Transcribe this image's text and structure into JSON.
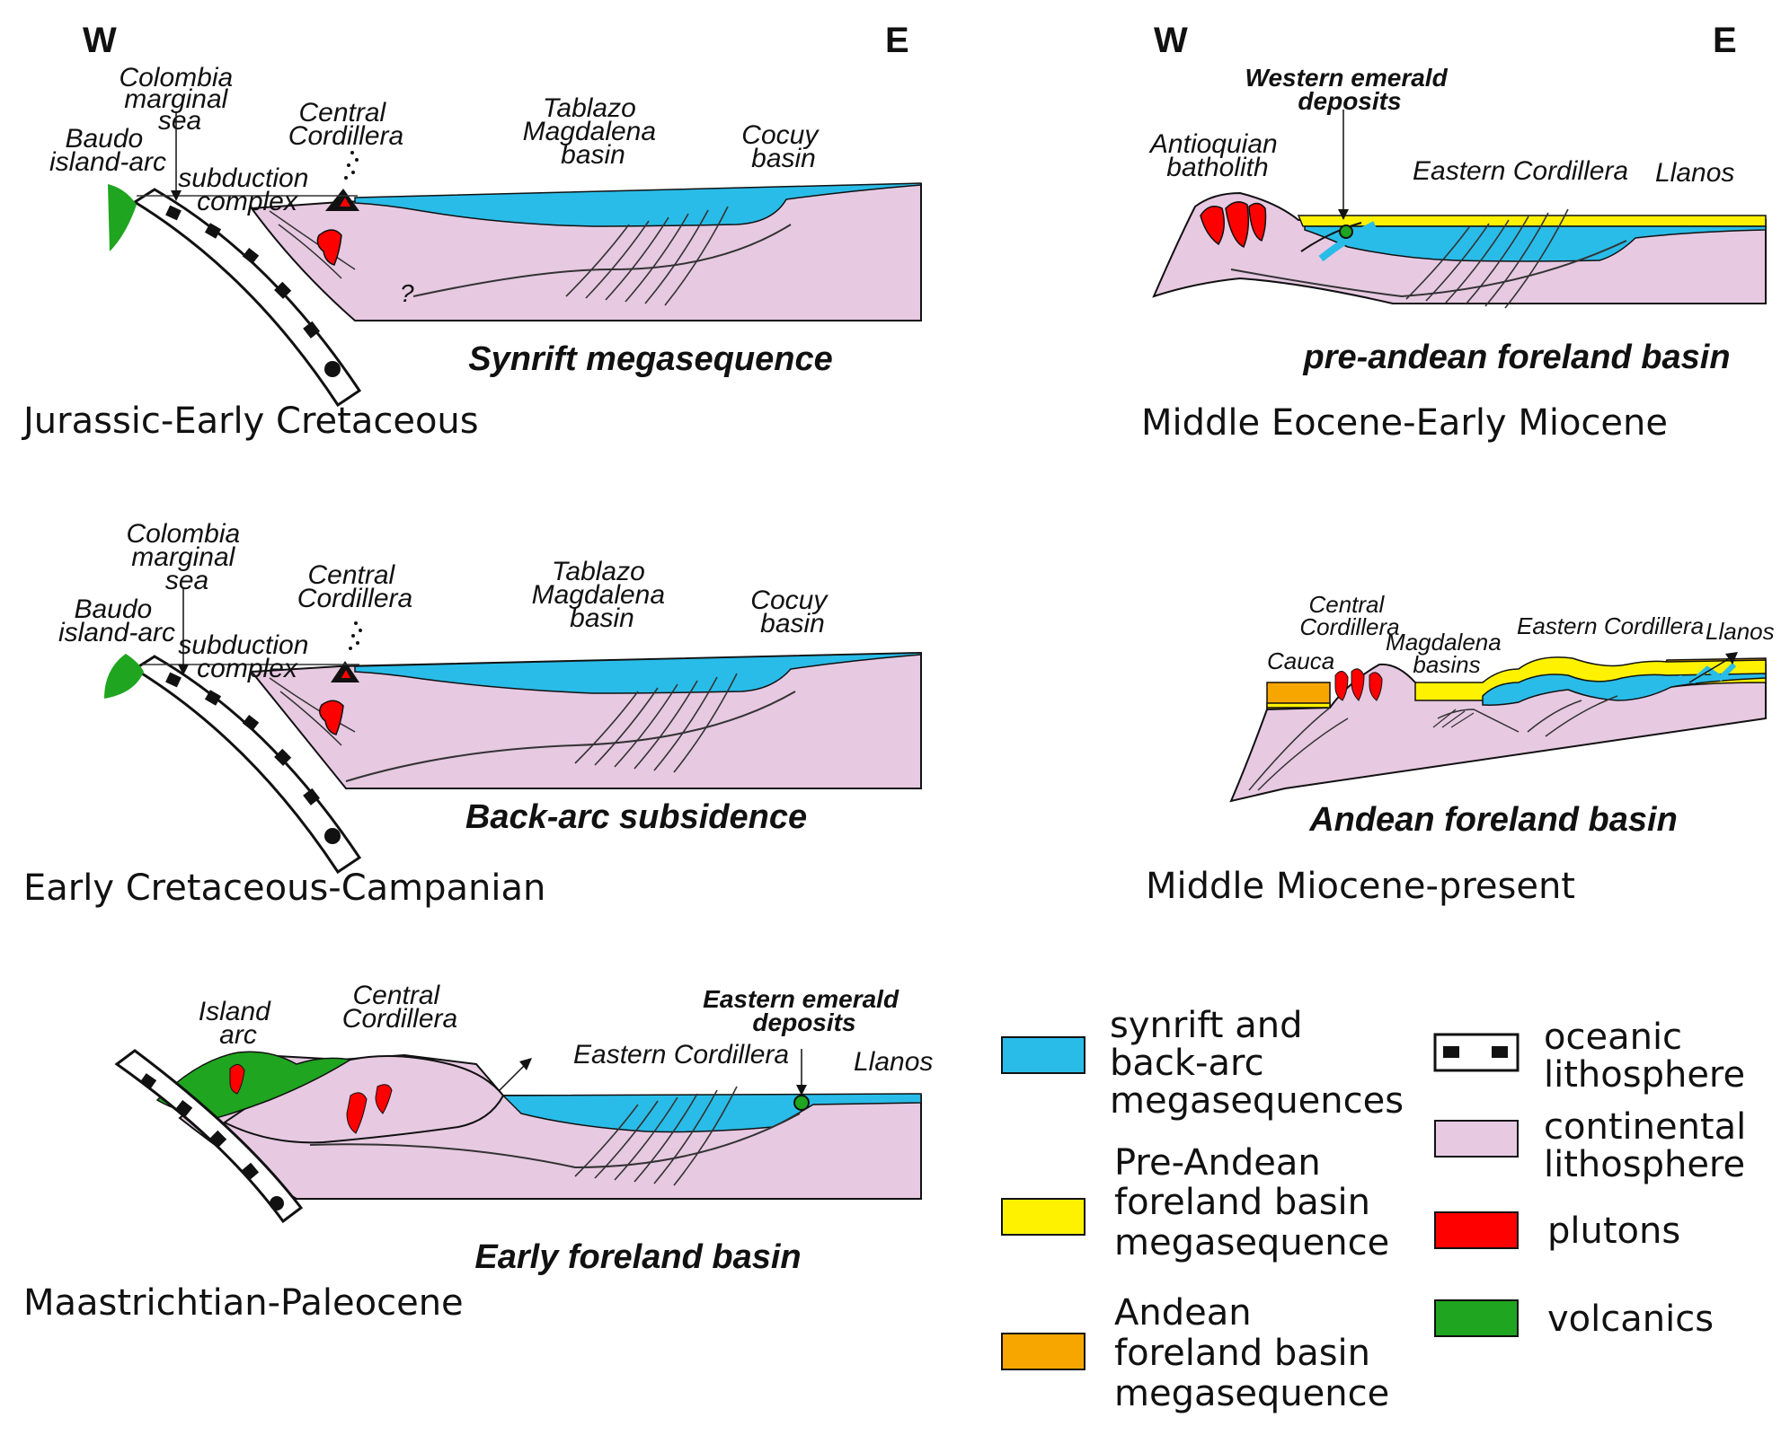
{
  "colors": {
    "synrift": "#29bce8",
    "pre_andean": "#fff200",
    "andean": "#f7a600",
    "oceanic": "#ffffff",
    "continental": "#e7c9e2",
    "plutons": "#ff0000",
    "volcanics": "#1fa51f"
  },
  "panel1": {
    "w": "W",
    "e": "E",
    "colombia": [
      "Colombia",
      "marginal",
      "sea"
    ],
    "baudo": [
      "Baudo",
      "island-arc"
    ],
    "subduction": [
      "subduction",
      "complex"
    ],
    "central": [
      "Central",
      "Cordillera"
    ],
    "tablazo": [
      "Tablazo",
      "Magdalena",
      "basin"
    ],
    "cocuy": [
      "Cocuy",
      "basin"
    ],
    "question": "?",
    "stage": "Synrift megasequence",
    "period": "Jurassic-Early Cretaceous"
  },
  "panel2": {
    "colombia": [
      "Colombia",
      "marginal",
      "sea"
    ],
    "baudo": [
      "Baudo",
      "island-arc"
    ],
    "subduction": [
      "subduction",
      "complex"
    ],
    "central": [
      "Central",
      "Cordillera"
    ],
    "tablazo": [
      "Tablazo",
      "Magdalena",
      "basin"
    ],
    "cocuy": [
      "Cocuy",
      "basin"
    ],
    "stage": "Back-arc subsidence",
    "period": "Early Cretaceous-Campanian"
  },
  "panel3": {
    "island": [
      "Island",
      "arc"
    ],
    "central": [
      "Central",
      "Cordillera"
    ],
    "eastern": "Eastern Cordillera",
    "emerald": [
      "Eastern emerald",
      "deposits"
    ],
    "llanos": "Llanos",
    "stage": "Early foreland basin",
    "period": "Maastrichtian-Paleocene"
  },
  "panel4": {
    "w": "W",
    "e": "E",
    "emerald": [
      "Western emerald",
      "deposits"
    ],
    "antioquian": [
      "Antioquian",
      "batholith"
    ],
    "eastern": "Eastern Cordillera",
    "llanos": "Llanos",
    "stage": "pre-andean foreland basin",
    "period": "Middle Eocene-Early Miocene"
  },
  "panel5": {
    "central": [
      "Central",
      "Cordillera"
    ],
    "cauca": "Cauca",
    "magdalena": [
      "Magdalena",
      "basins"
    ],
    "eastern": "Eastern Cordillera",
    "llanos": "Llanos",
    "stage": "Andean foreland basin",
    "period": "Middle Miocene-present"
  },
  "legend": {
    "synrift": [
      "synrift and",
      "back-arc",
      "megasequences"
    ],
    "pre_andean": [
      "Pre-Andean",
      "foreland basin",
      "megasequence"
    ],
    "andean": [
      "Andean",
      "foreland basin",
      "megasequence"
    ],
    "oceanic": [
      "oceanic",
      "lithosphere"
    ],
    "continental": [
      "continental",
      "lithosphere"
    ],
    "plutons": "plutons",
    "volcanics": "volcanics"
  }
}
